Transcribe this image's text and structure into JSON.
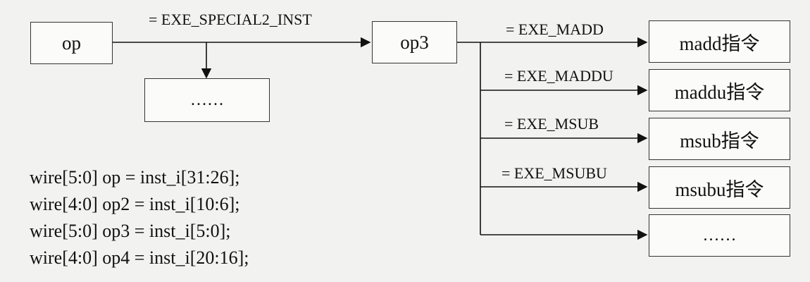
{
  "nodes": {
    "op": "op",
    "dots_left": "……",
    "op3": "op3",
    "madd": "madd指令",
    "maddu": "maddu指令",
    "msub": "msub指令",
    "msubu": "msubu指令",
    "dots_right": "……"
  },
  "edge_labels": {
    "special2": "= EXE_SPECIAL2_INST",
    "madd": "= EXE_MADD",
    "maddu": "= EXE_MADDU",
    "msub": "= EXE_MSUB",
    "msubu": "= EXE_MSUBU"
  },
  "code_lines": [
    "wire[5:0] op = inst_i[31:26];",
    "wire[4:0] op2 = inst_i[10:6];",
    "wire[5:0] op3 = inst_i[5:0];",
    "wire[4:0] op4 = inst_i[20:16];"
  ]
}
